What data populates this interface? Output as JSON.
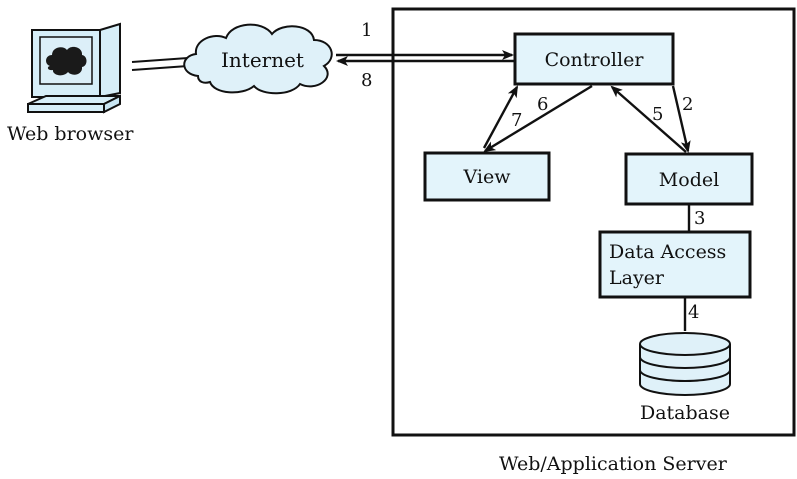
{
  "labels": {
    "web_browser": "Web browser",
    "internet": "Internet",
    "server": "Web/Application Server",
    "controller": "Controller",
    "view": "View",
    "model": "Model",
    "dal_line1": "Data Access",
    "dal_line2": "Layer",
    "database": "Database"
  },
  "steps": {
    "s1": "1",
    "s2": "2",
    "s3": "3",
    "s4": "4",
    "s5": "5",
    "s6": "6",
    "s7": "7",
    "s8": "8"
  },
  "colors": {
    "box_fill": "#e3f4fb",
    "cloud_fill": "#dff1f9",
    "stroke": "#111111"
  },
  "icons": {
    "browser": "computer-monitor-icon",
    "network": "cloud-icon",
    "storage": "database-cylinder-icon"
  }
}
